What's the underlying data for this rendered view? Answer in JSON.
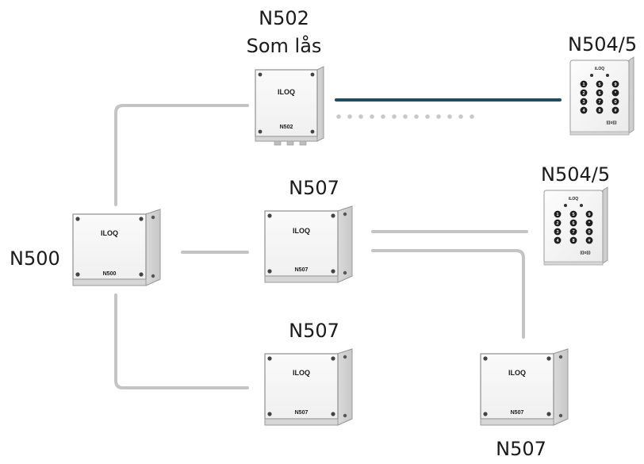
{
  "labels": {
    "n502_top": "N502",
    "n502_sub": "Som lås",
    "n504_top": "N504/5",
    "n504_mid": "N504/5",
    "n507_mid": "N507",
    "n500": "N500",
    "n507_low": "N507",
    "n507_right": "N507"
  },
  "devices": {
    "brand": "ILOQ",
    "n502": "N502",
    "n500": "N500",
    "n507": "N507"
  },
  "keypad": {
    "brand": "iLOQ",
    "keys": [
      "1",
      "2",
      "3",
      "4",
      "5",
      "6",
      "7",
      "8",
      "9",
      "*",
      "0",
      "#"
    ],
    "ok_label": "(((o)))"
  },
  "colors": {
    "connection_wire": "#c4c4c4",
    "data_line": "#1d4e5f",
    "dotted_line": "#c8c8c8"
  }
}
